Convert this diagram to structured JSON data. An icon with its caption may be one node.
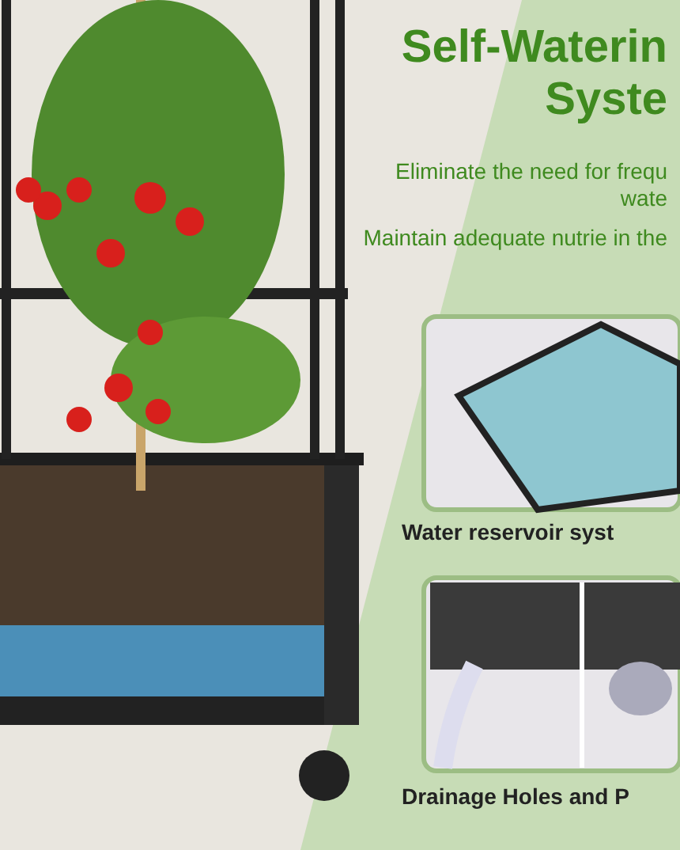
{
  "diagram": {
    "title": "Self-Waterin Syste",
    "labels": [
      "Eliminate the need for frequ wate",
      "Maintain adequate nutrie in the",
      "Water reservoir syst",
      "Drainage Holes and P"
    ]
  }
}
